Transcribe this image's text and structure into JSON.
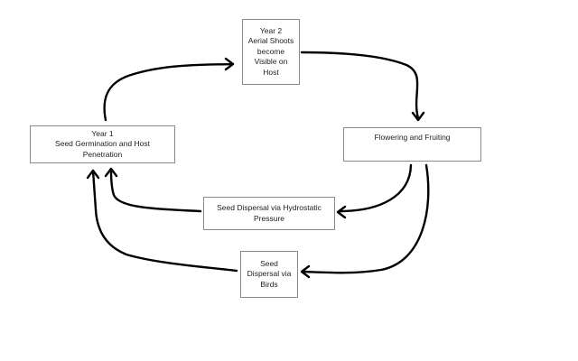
{
  "diagram": {
    "nodes": {
      "year2": {
        "lines": [
          "Year 2",
          "Aerial Shoots",
          "become",
          "Visible on",
          "Host"
        ]
      },
      "year1": {
        "lines": [
          "Year 1",
          "Seed Germination and Host",
          "Penetration"
        ]
      },
      "flowering": {
        "lines": [
          "Flowering and Fruiting"
        ]
      },
      "hydrostatic": {
        "lines": [
          "Seed Dispersal via Hydrostatic",
          "Pressure"
        ]
      },
      "birds": {
        "lines": [
          "Seed",
          "Dispersal via",
          "Birds"
        ]
      }
    },
    "edges": [
      {
        "from": "year1",
        "to": "year2"
      },
      {
        "from": "year2",
        "to": "flowering"
      },
      {
        "from": "flowering",
        "to": "hydrostatic"
      },
      {
        "from": "flowering",
        "to": "birds"
      },
      {
        "from": "hydrostatic",
        "to": "year1"
      },
      {
        "from": "birds",
        "to": "year1"
      }
    ],
    "colors": {
      "line": "#000000",
      "box_border": "#8a8a8a",
      "text": "#222222"
    }
  }
}
